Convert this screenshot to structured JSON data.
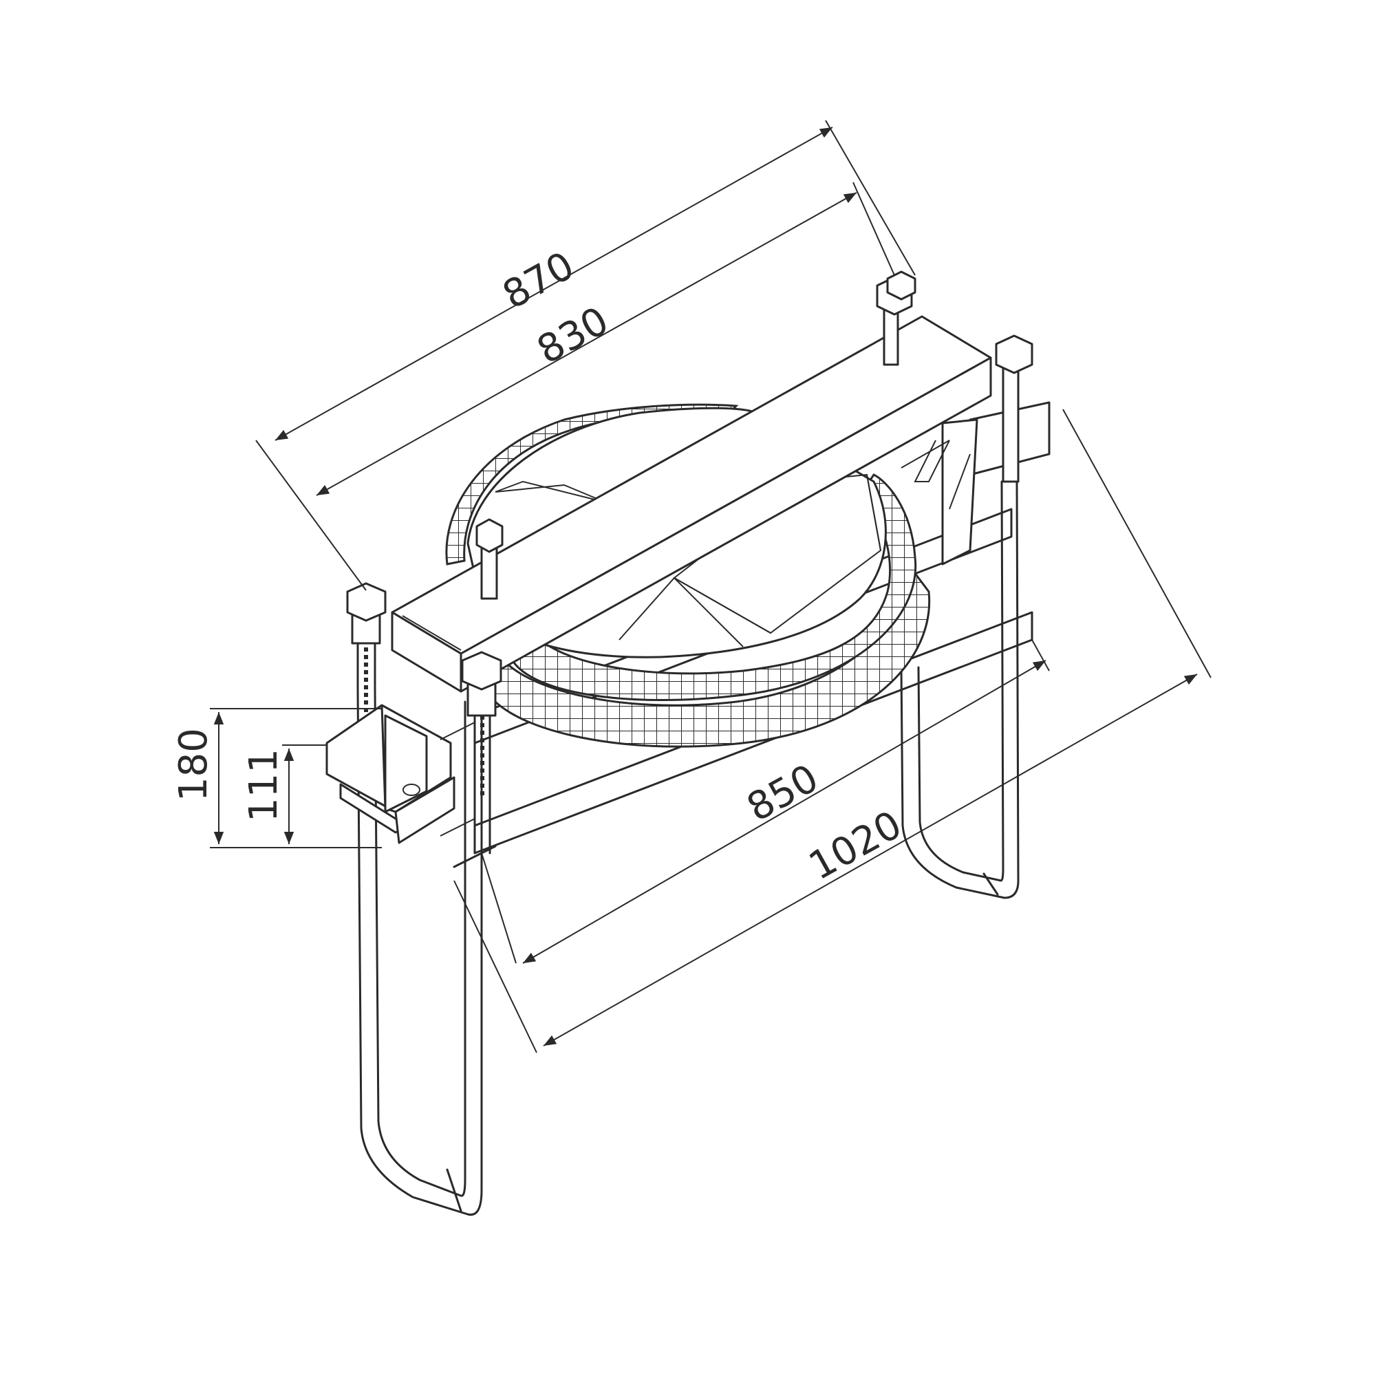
{
  "dimensions": {
    "d870": "870",
    "d830": "830",
    "d850": "850",
    "d1020": "1020",
    "d180": "180",
    "d111": "111"
  },
  "colors": {
    "line": "#2a2a2a",
    "background": "#ffffff"
  }
}
